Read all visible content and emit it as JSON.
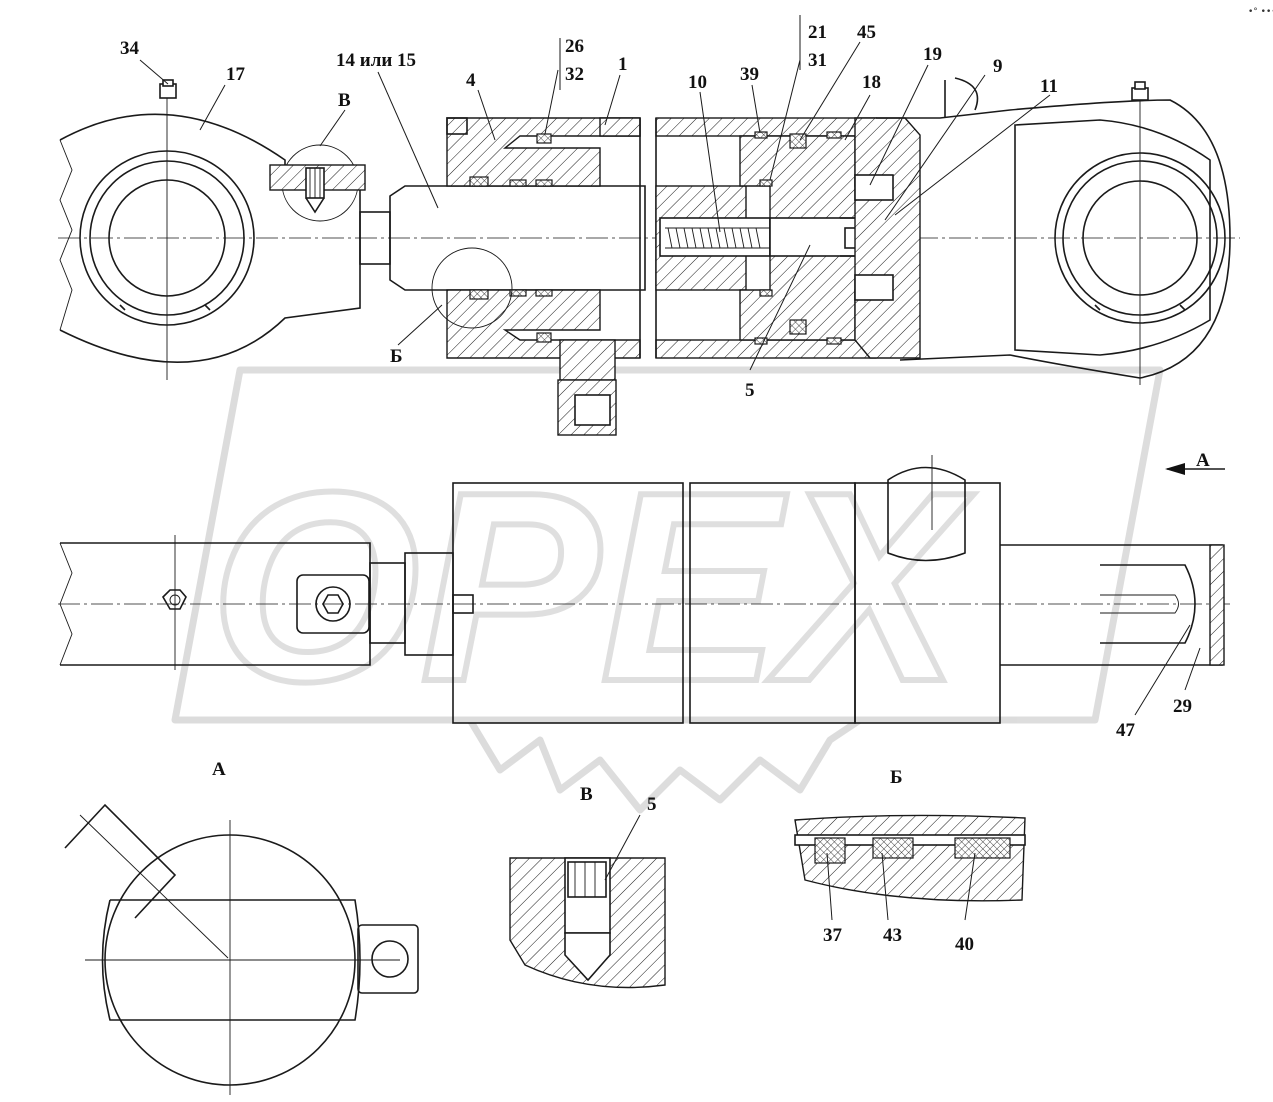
{
  "corner_mark": "•° •••",
  "watermark": "OPEX",
  "part_labels": {
    "p34": "34",
    "p17": "17",
    "p1415": "14 или 15",
    "pV": "В",
    "p26": "26",
    "p32": "32",
    "p4": "4",
    "p1": "1",
    "p10": "10",
    "p39": "39",
    "p21": "21",
    "p31": "31",
    "p45": "45",
    "p18": "18",
    "p19": "19",
    "p9": "9",
    "p11": "11",
    "pB": "Б",
    "p5": "5",
    "pA_arrow": "А",
    "p47": "47",
    "p29": "29"
  },
  "view_titles": {
    "A": "А",
    "V": "В",
    "B": "Б"
  },
  "detail_labels": {
    "v5": "5",
    "b37": "37",
    "b43": "43",
    "b40": "40"
  }
}
